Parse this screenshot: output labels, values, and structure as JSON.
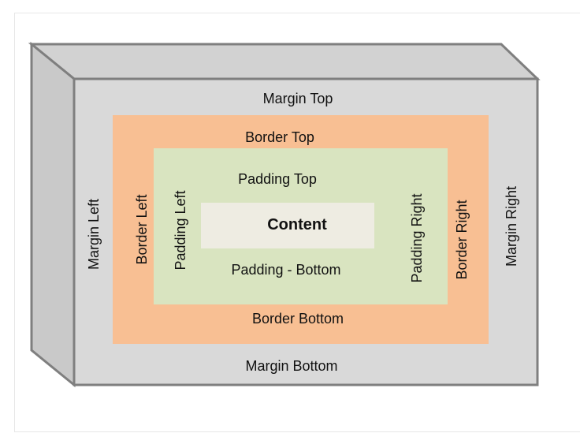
{
  "diagram": {
    "margin": {
      "top": "Margin Top",
      "bottom": "Margin Bottom",
      "left": "Margin Left",
      "right": "Margin Right"
    },
    "border": {
      "top": "Border Top",
      "bottom": "Border Bottom",
      "left": "Border Left",
      "right": "Border Right"
    },
    "padding": {
      "top": "Padding Top",
      "bottom": "Padding - Bottom",
      "left": "Padding Left",
      "right": "Padding Right"
    },
    "content": "Content"
  },
  "colors": {
    "margin_face": "#d9d9d9",
    "margin_side": "#d0d0d0",
    "outline": "#7f7f7f",
    "border_fill": "#f8bf93",
    "padding_fill": "#d9e4c0",
    "content_fill": "#eeece2",
    "text": "#111111"
  }
}
